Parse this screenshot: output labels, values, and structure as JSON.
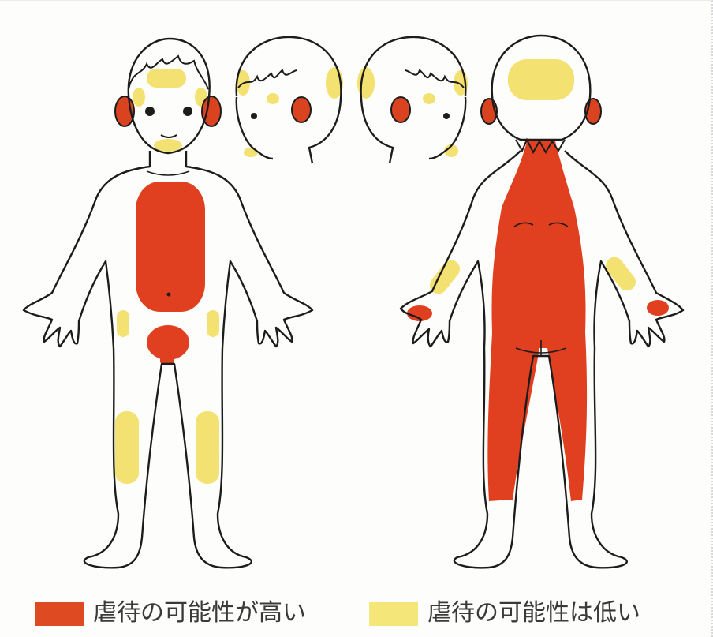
{
  "legend": {
    "high": {
      "label": "虐待の可能性が高い",
      "color": "#de4a22"
    },
    "low": {
      "label": "虐待の可能性は低い",
      "color": "#f5e67a"
    }
  },
  "colors": {
    "outline": "#1c1c1c",
    "high": "#e0401f",
    "ear": "#d9431f",
    "low": "#f3e172"
  },
  "figures": [
    "front-view",
    "right-side-head-view",
    "left-side-head-view",
    "back-view"
  ]
}
